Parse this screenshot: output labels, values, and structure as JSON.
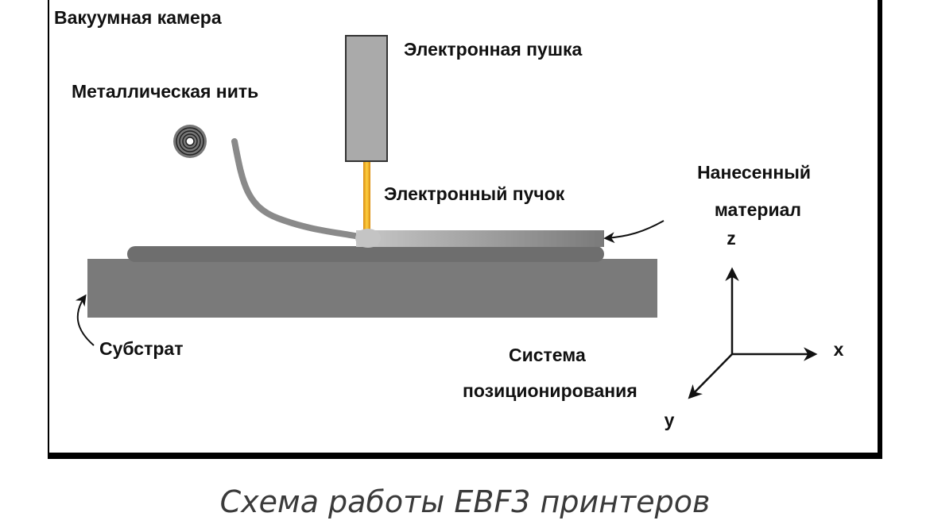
{
  "diagram": {
    "chamber_label": "Вакуумная камера",
    "gun_label": "Электронная пушка",
    "wire_label": "Металлическая нить",
    "beam_label": "Электронный пучок",
    "deposit_label_line1": "Нанесенный",
    "deposit_label_line2": "материал",
    "substrate_label": "Субстрат",
    "positioning_label_line1": "Система",
    "positioning_label_line2": "позиционирования",
    "axis_x": "x",
    "axis_y": "y",
    "axis_z": "z",
    "colors": {
      "beam": "#f0a020",
      "gun": "#aaaaaa",
      "substrate": "#7a7a7a",
      "frame": "#000000"
    }
  },
  "caption": "Схема работы EBF3 принтеров"
}
